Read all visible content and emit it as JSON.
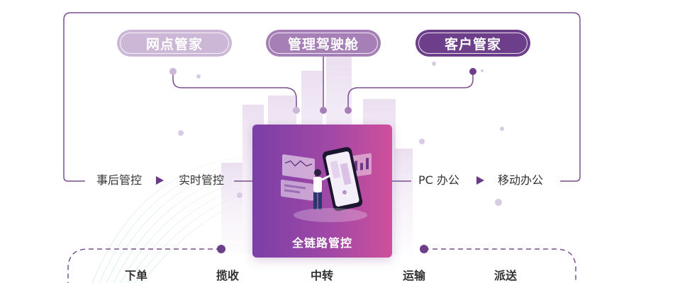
{
  "top_buttons": [
    "网点管家",
    "管理驾驶舱",
    "客户管家"
  ],
  "left_flow": {
    "from": "事后管控",
    "to": "实时管控"
  },
  "right_flow": {
    "from": "PC 办公",
    "to": "移动办公"
  },
  "center": {
    "label": "全链路管控"
  },
  "steps": [
    "下单",
    "揽收",
    "中转",
    "运输",
    "派送"
  ],
  "colors": {
    "accent_dark": "#6d3e8a",
    "accent_mid": "#a57fb6",
    "accent_light": "#cdb7d6",
    "gradient_start": "#7a3fa6",
    "gradient_end": "#cf4f9b"
  }
}
